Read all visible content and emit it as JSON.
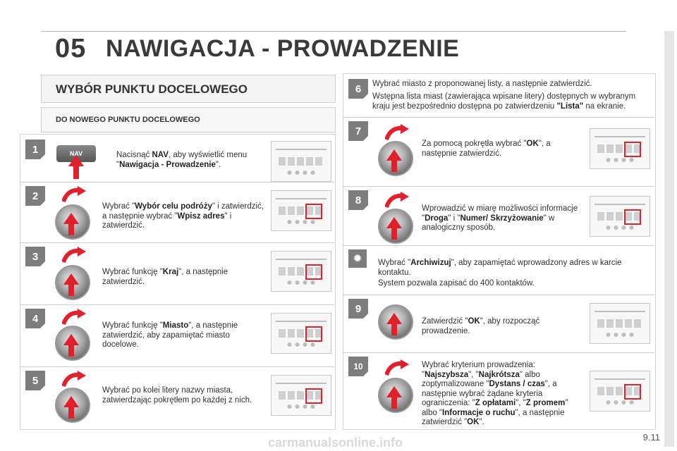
{
  "header": {
    "number": "05",
    "title": "NAWIGACJA - PROWADZENIE"
  },
  "left": {
    "section_title": "WYBÓR PUNKTU DOCELOWEGO",
    "subsection_title": "DO NOWEGO PUNKTU DOCELOWEGO",
    "nav_button": "NAV",
    "steps": [
      {
        "num": "1",
        "parts": [
          "Nacisnąć ",
          "NAV",
          ", aby wyświetlić menu \"",
          "Nawigacja - Prowadzenie",
          "\"."
        ]
      },
      {
        "num": "2",
        "parts": [
          "Wybrać \"",
          "Wybór celu podróży",
          "\" i zatwierdzić, a następnie wybrać \"",
          "Wpisz adres",
          "\" i zatwierdzić."
        ]
      },
      {
        "num": "3",
        "parts": [
          "Wybrać funkcję \"",
          "Kraj",
          "\", a następnie zatwierdzić."
        ]
      },
      {
        "num": "4",
        "parts": [
          "Wybrać funkcję \"",
          "Miasto",
          "\", a następnie zatwierdzić, aby zapamiętać miasto docelowe."
        ]
      },
      {
        "num": "5",
        "parts": [
          "Wybrać po kolei litery nazwy miasta, zatwierdzając pokrętłem po każdej z nich."
        ]
      }
    ]
  },
  "right": {
    "steps": [
      {
        "num": "6",
        "line1": "Wybrać miasto z proponowanej listy, a następnie zatwierdzić.",
        "line2_parts": [
          "Wstępna lista miast (zawierająca wpisane litery) dostępnych w wybranym kraju jest bezpośrednio dostępna po zatwierdzeniu ",
          "\"Lista\"",
          " na ekranie."
        ]
      },
      {
        "num": "7",
        "parts": [
          "Za pomocą pokrętła wybrać \"",
          "OK",
          "\", a następnie zatwierdzić."
        ]
      },
      {
        "num": "8",
        "parts": [
          "Wprowadzić w miarę możliwości informacje \"",
          "Droga",
          "\" i \"",
          "Numer/ Skrzyżowanie",
          "\" w analogiczny sposób."
        ]
      },
      {
        "num": "tip",
        "parts": [
          "Wybrać \"",
          "Archiwizuj",
          "\", aby zapamiętać wprowadzony adres w karcie kontaktu."
        ],
        "line2": "System pozwala zapisać do 400 kontaktów."
      },
      {
        "num": "9",
        "parts": [
          "Zatwierdzić \"",
          "OK",
          "\", aby rozpocząć prowadzenie."
        ]
      },
      {
        "num": "10",
        "parts": [
          "Wybrać kryterium prowadzenia: \"",
          "Najszybsza",
          "\", \"",
          "Najkrótsza",
          "\" albo zoptymalizowane \"",
          "Dystans / czas",
          "\", a następnie wybrać żądane kryteria ograniczenia: \"",
          "Z opłatami",
          "\", \"",
          "Z promem",
          "\" albo \"",
          "Informacje o ruchu",
          "\", a następnie zatwierdzić \"",
          "OK",
          "\"."
        ]
      }
    ]
  },
  "page_number": "9.11",
  "watermark": "carmanualsonline.info",
  "colors": {
    "accent_red": "#e0202b",
    "step_grey": "#7d7d7d"
  }
}
